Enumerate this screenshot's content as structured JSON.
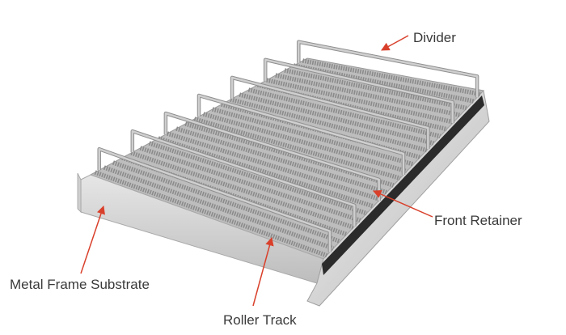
{
  "labels": {
    "divider": "Divider",
    "front_retainer": "Front Retainer",
    "metal_frame_substrate": "Metal Frame Substrate",
    "roller_track": "Roller Track"
  },
  "colors": {
    "arrow": "#d9402b",
    "label_text": "#3a3a3a",
    "tray_top": "#c9c9c9",
    "tray_side": "#d8d8d8",
    "roller": "#8a8a8a",
    "divider_wire": "#cfcfcf",
    "retainer": "#2b2b2b"
  },
  "counts": {
    "roller_tracks": 24,
    "dividers": 7
  }
}
